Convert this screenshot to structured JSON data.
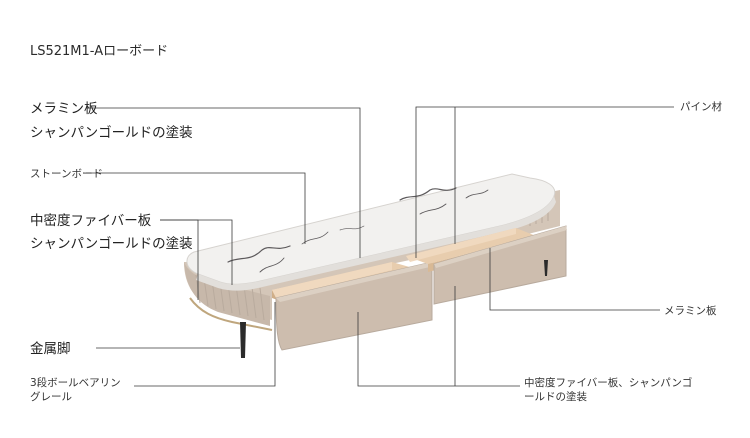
{
  "title": "LS521M1-Aローボード",
  "labels": {
    "melamine_left_1": "メラミン板",
    "melamine_left_2": "シャンパンゴールドの塗装",
    "stone_board": "ストーンボード",
    "mdf_left_1": "中密度ファイバー板",
    "mdf_left_2": "シャンパンゴールドの塗装",
    "metal_legs": "金属脚",
    "rail_1": "3段ボールベアリン",
    "rail_2": "グレール",
    "pine": "パイン材",
    "melamine_right": "メラミン板",
    "mdf_bottom_1": "中密度ファイバー板、シャンパンゴ",
    "mdf_bottom_2": "ールドの塗装"
  },
  "colors": {
    "marble": "#f2f1ef",
    "marble_vein": "#5d5a5c",
    "body": "#d6c9bc",
    "body_shadow": "#b8aa9d",
    "drawer_inner": "#e4c7a6",
    "drawer_front": "#cdbdae",
    "leg": "#2b2b2b",
    "line": "#3a3a3a"
  }
}
